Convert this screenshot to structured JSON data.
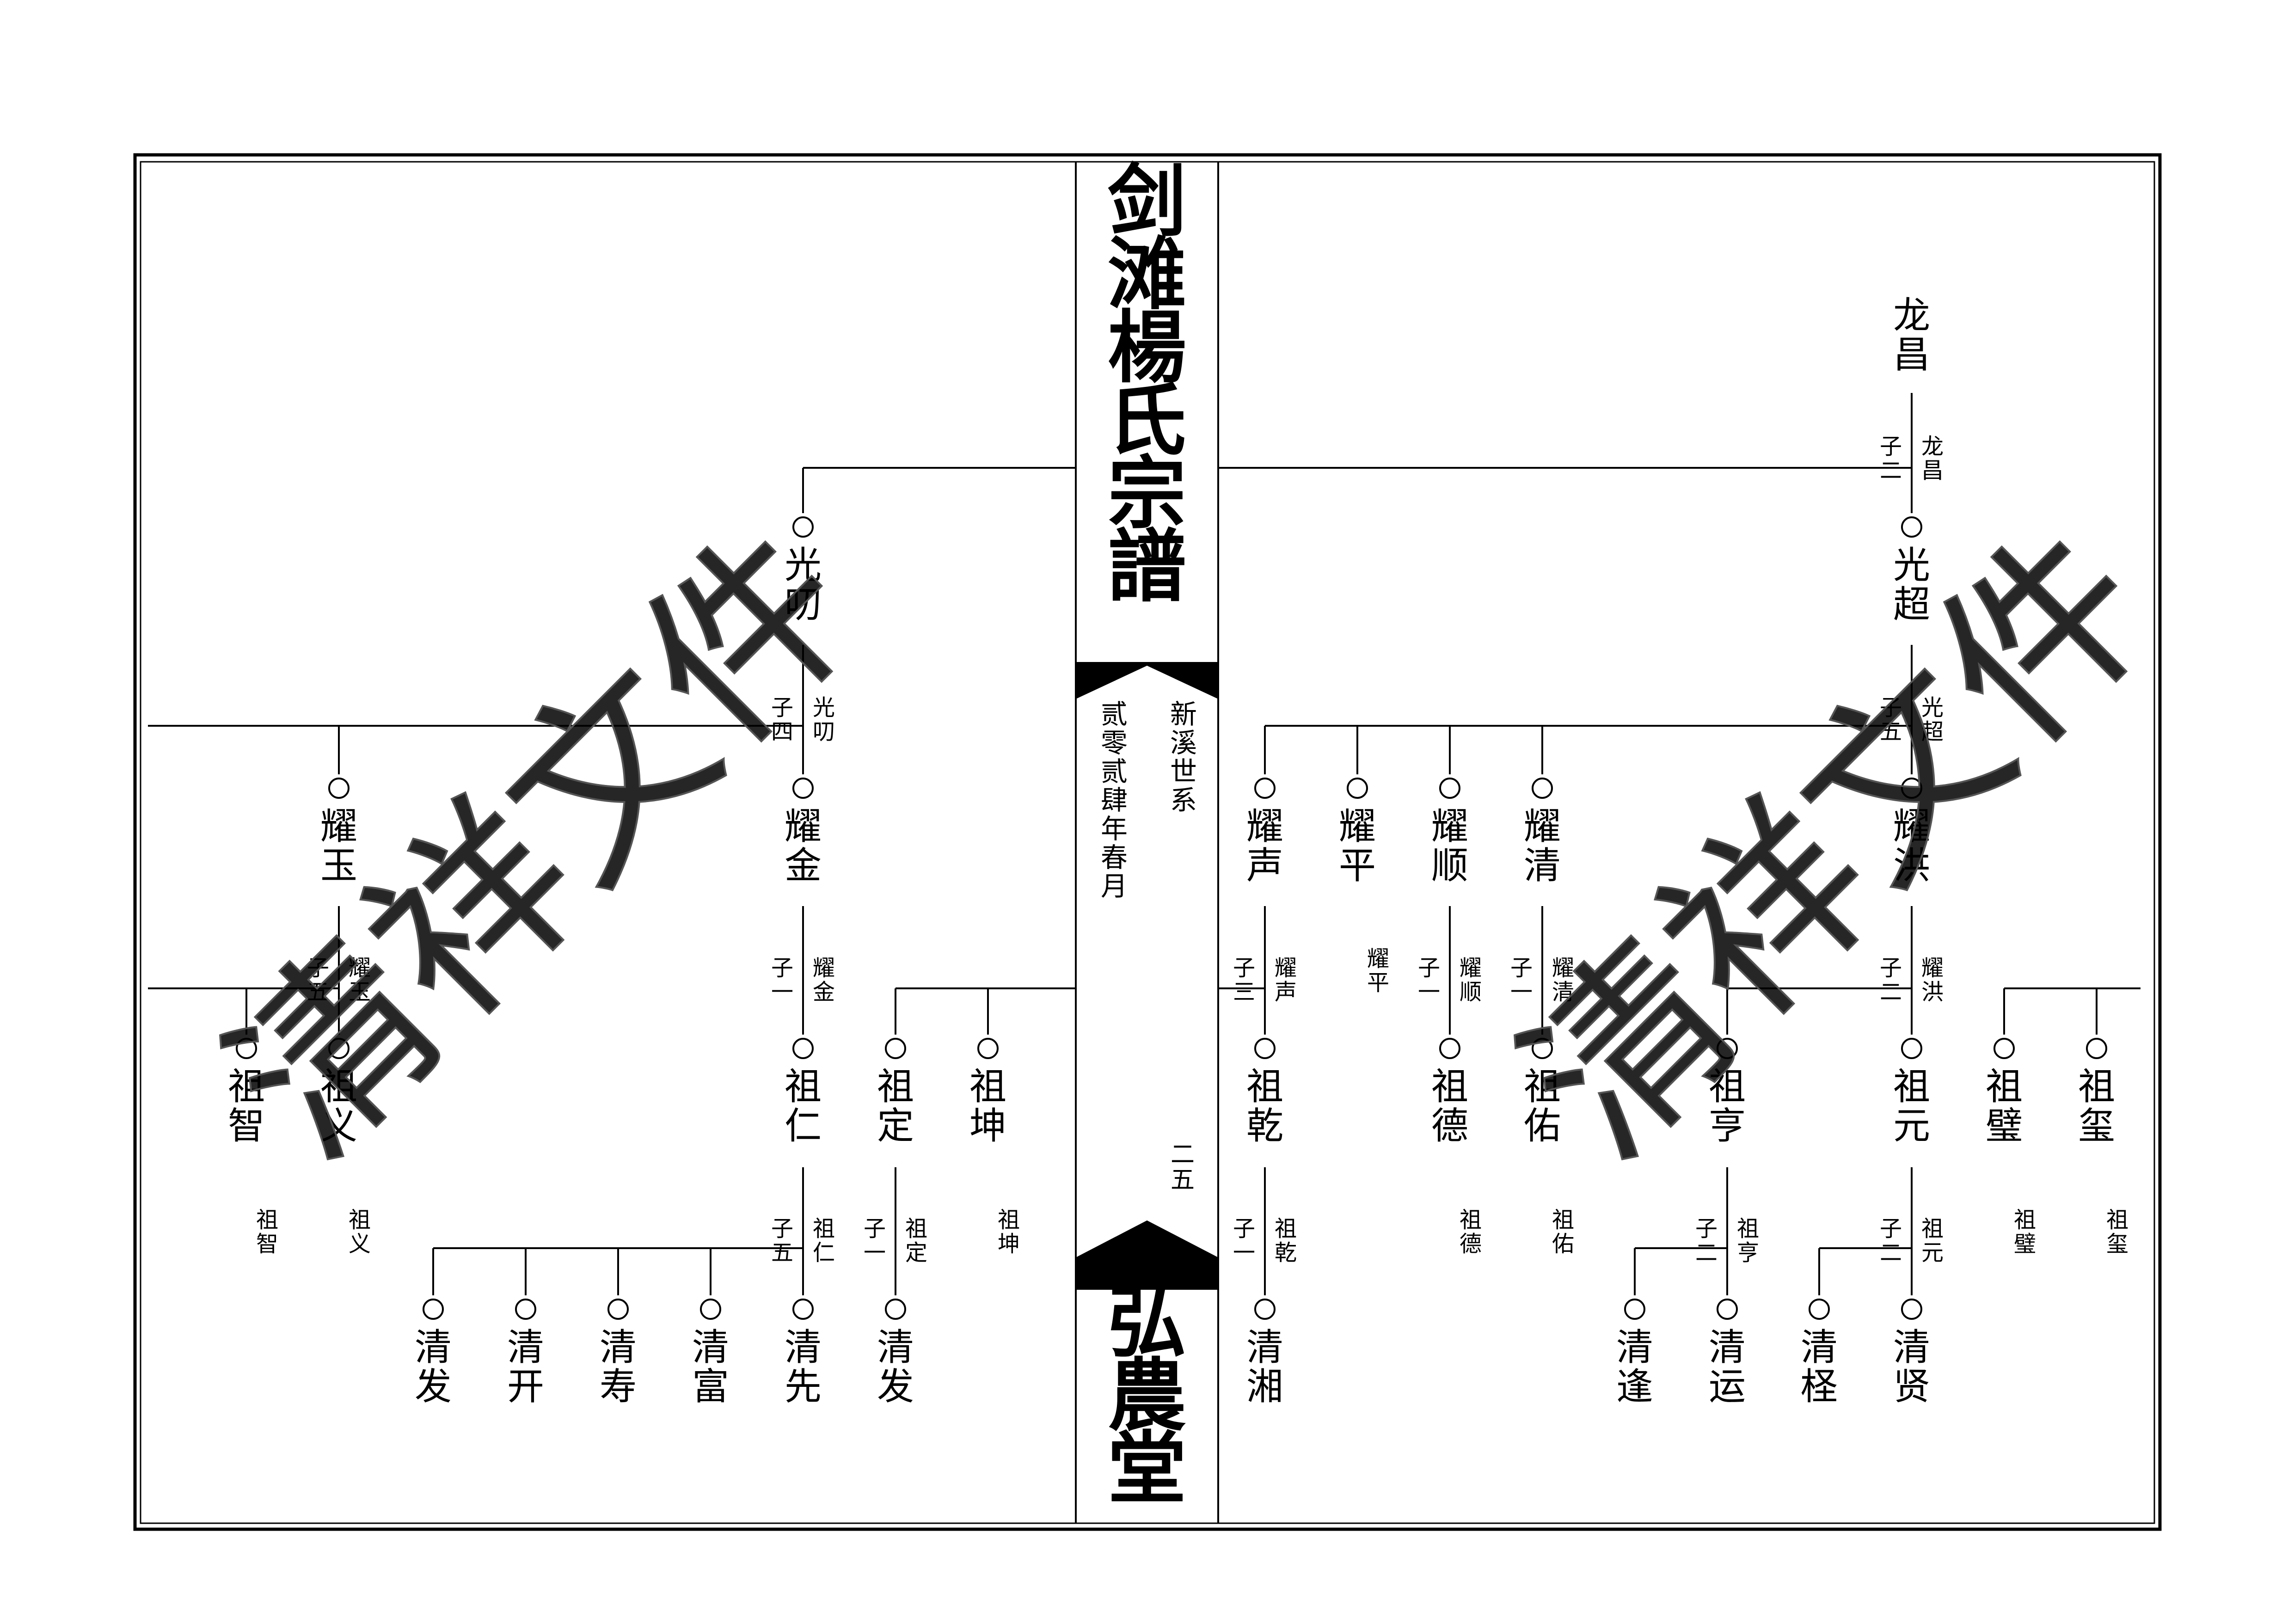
{
  "spine": {
    "title": "剑滩楊氏宗譜",
    "subtitle_right": "新溪世系",
    "subtitle_left": "贰零贰肆年春月",
    "page_number": "二五",
    "hall": "弘農堂"
  },
  "watermark": {
    "text": "清祥文件"
  },
  "nodes": [
    {
      "id": "longchang",
      "name": "龙昌",
      "note": ""
    },
    {
      "id": "guangchao",
      "name": "光超",
      "note": "子二|龙昌"
    },
    {
      "id": "yaohong",
      "name": "耀洪",
      "note": "子五|光超"
    },
    {
      "id": "yaoqing",
      "name": "耀清",
      "note": ""
    },
    {
      "id": "yaoshun",
      "name": "耀顺",
      "note": ""
    },
    {
      "id": "yaoping",
      "name": "耀平",
      "note": ""
    },
    {
      "id": "yaosheng",
      "name": "耀声",
      "note": ""
    },
    {
      "id": "zuyuan",
      "name": "祖元",
      "note": "子二|耀洪"
    },
    {
      "id": "zuheng",
      "name": "祖亨",
      "note": ""
    },
    {
      "id": "zubi",
      "name": "祖璧",
      "note": ""
    },
    {
      "id": "zuxi",
      "name": "祖玺",
      "note": ""
    },
    {
      "id": "zuyou",
      "name": "祖佑",
      "note": "子一|耀清"
    },
    {
      "id": "zude",
      "name": "祖德",
      "note": "子一|耀顺"
    },
    {
      "id": "zuqian",
      "name": "祖乾",
      "note": "子三|耀声"
    },
    {
      "id": "qingxian_r",
      "name": "清贤",
      "note": "子二|祖元"
    },
    {
      "id": "qingcheng",
      "name": "清柽",
      "note": ""
    },
    {
      "id": "qingyun",
      "name": "清运",
      "note": "子二|祖亨"
    },
    {
      "id": "qingfeng",
      "name": "清逢",
      "note": ""
    },
    {
      "id": "qingxiang",
      "name": "清湘",
      "note": "子一|祖乾"
    },
    {
      "id": "guangdao",
      "name": "光叨",
      "note": ""
    },
    {
      "id": "yaojin",
      "name": "耀金",
      "note": "子四|光叨"
    },
    {
      "id": "yaoyu",
      "name": "耀玉",
      "note": ""
    },
    {
      "id": "zuren",
      "name": "祖仁",
      "note": "子一|耀金"
    },
    {
      "id": "zuding",
      "name": "祖定",
      "note": ""
    },
    {
      "id": "zukun",
      "name": "祖坤",
      "note": ""
    },
    {
      "id": "zuyi",
      "name": "祖义",
      "note": "子五|耀玉"
    },
    {
      "id": "zuzhi",
      "name": "祖智",
      "note": ""
    },
    {
      "id": "qingxian_l",
      "name": "清先",
      "note": "子五|祖仁"
    },
    {
      "id": "qingfu",
      "name": "清富",
      "note": ""
    },
    {
      "id": "qingshou",
      "name": "清寿",
      "note": ""
    },
    {
      "id": "qingkai",
      "name": "清开",
      "note": ""
    },
    {
      "id": "qingfa_a",
      "name": "清发",
      "note": ""
    },
    {
      "id": "qingfa_b",
      "name": "清发",
      "note": "子一|祖定"
    }
  ],
  "leaf_notes": [
    {
      "id": "yaoping",
      "label": "耀平"
    },
    {
      "id": "zubi",
      "label": "祖璧"
    },
    {
      "id": "zuxi",
      "label": "祖玺"
    },
    {
      "id": "zuyou",
      "label": "祖佑"
    },
    {
      "id": "zude",
      "label": "祖德"
    },
    {
      "id": "zukun",
      "label": "祖坤"
    },
    {
      "id": "zuyi",
      "label": "祖义"
    },
    {
      "id": "zuzhi",
      "label": "祖智"
    }
  ],
  "colors": {
    "ink": "#000000",
    "paper": "#ffffff",
    "watermark_fill": "#d0d0d0",
    "watermark_stroke": "#555555"
  }
}
